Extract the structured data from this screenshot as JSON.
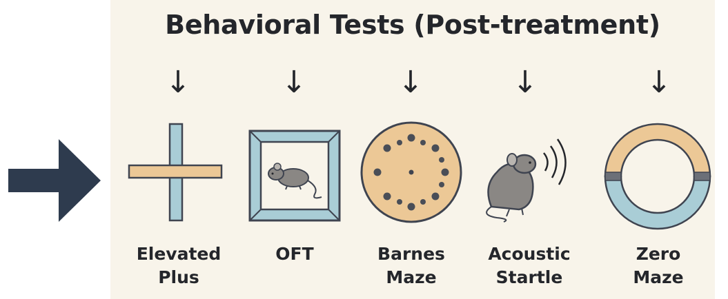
{
  "title": "Behavioral Tests (Post-treatment)",
  "arrow_glyph": "↓",
  "tests": [
    {
      "label_1": "Elevated",
      "label_2": "Plus",
      "icon": "elevated-plus-maze-icon"
    },
    {
      "label_1": "OFT",
      "label_2": "",
      "icon": "open-field-box-icon"
    },
    {
      "label_1": "Barnes",
      "label_2": "Maze",
      "icon": "barnes-maze-icon"
    },
    {
      "label_1": "Acoustic",
      "label_2": "Startle",
      "icon": "acoustic-startle-icon"
    },
    {
      "label_1": "Zero",
      "label_2": "Maze",
      "icon": "zero-maze-icon"
    }
  ],
  "colors": {
    "panel_bg": "#f8f4ea",
    "dark_arrow": "#2e3b4e",
    "blue": "#a9cdd6",
    "tan": "#ecc896",
    "outline": "#3f4450",
    "mouse": "#8a8784"
  }
}
